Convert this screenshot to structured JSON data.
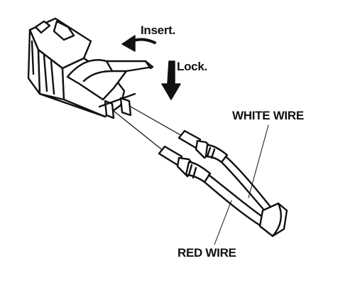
{
  "labels": {
    "insert": "Insert.",
    "lock": "Lock.",
    "white_wire": "WHITE WIRE",
    "red_wire": "RED WIRE"
  },
  "colors": {
    "ink": "#111111",
    "paper": "#ffffff"
  }
}
